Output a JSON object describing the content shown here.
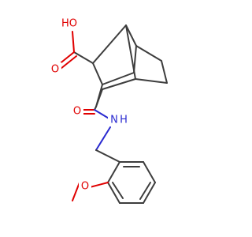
{
  "molecule": {
    "atoms": {
      "hydroxyl_oxygen": "HO",
      "carbonyl_oxygen_acid": "O",
      "carbonyl_oxygen_amide": "O",
      "amide_nitrogen": "N",
      "amide_hydrogen": "H",
      "methoxy_oxygen": "O"
    },
    "colors": {
      "bond": "#3d3d3d",
      "oxygen": "#e00000",
      "nitrogen": "#2a2ad0",
      "background": "#ffffff"
    }
  }
}
